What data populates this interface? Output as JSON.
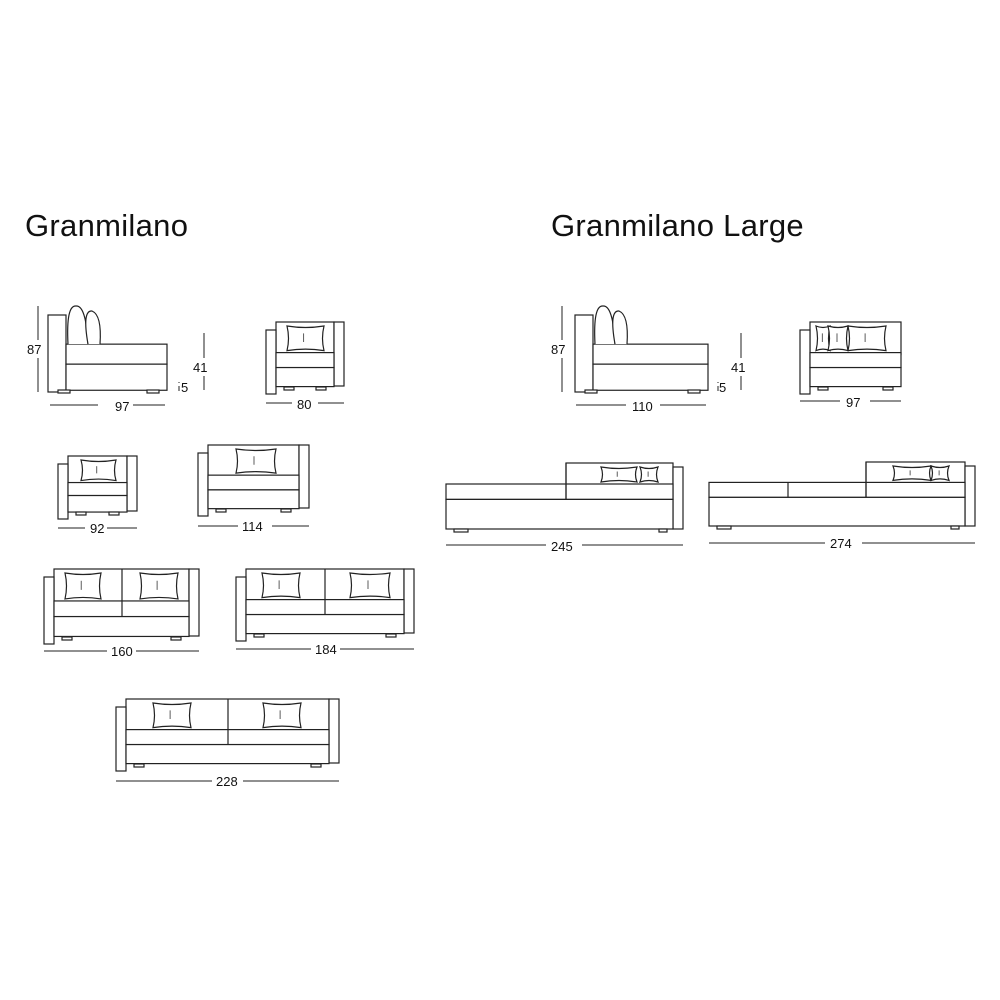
{
  "titles": {
    "left": "Granmilano",
    "right": "Granmilano Large"
  },
  "left_models": {
    "side_view": {
      "height": "87",
      "seat_height": "41",
      "feet": "5",
      "depth": "97"
    },
    "armless_80": "80",
    "armless_92": "92",
    "sofa_114": "114",
    "sofa_160": "160",
    "sofa_184": "184",
    "sofa_228": "228"
  },
  "right_models": {
    "side_view": {
      "height": "87",
      "seat_height": "41",
      "feet": "5",
      "depth": "110"
    },
    "arm_97": "97",
    "chaise_245": "245",
    "chaise_274": "274"
  }
}
